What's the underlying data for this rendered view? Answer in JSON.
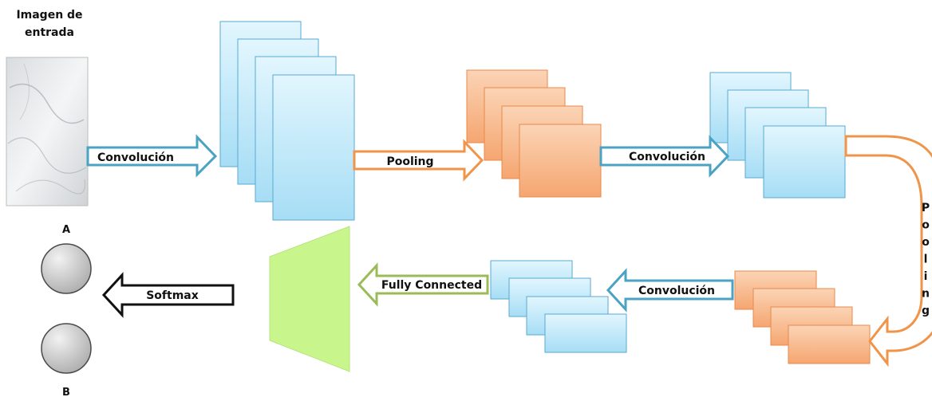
{
  "input_image": {
    "title_line1": "Imagen de",
    "title_line2": "entrada"
  },
  "arrows": {
    "conv1": "Convolución",
    "pool1": "Pooling",
    "conv2": "Convolución",
    "pool2_letters": [
      "P",
      "o",
      "o",
      "l",
      "i",
      "n",
      "g"
    ],
    "conv3": "Convolución",
    "fc": "Fully Connected",
    "softmax": "Softmax"
  },
  "outputs": {
    "a": "A",
    "b": "B"
  },
  "colors": {
    "blue_arrow": "#4ba3c3",
    "orange_arrow": "#f0944a",
    "green_arrow": "#9bbb59",
    "black_arrow": "#111111",
    "blue_map": "#bfe9fb",
    "orange_map": "#f9b98f",
    "green_fc": "#c5f58a"
  }
}
